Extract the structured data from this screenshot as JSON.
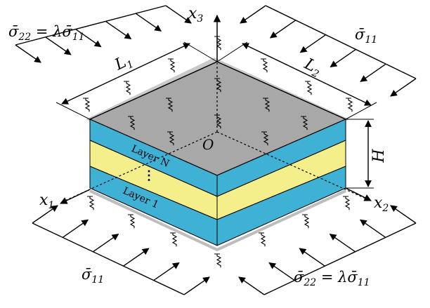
{
  "labels": {
    "x1": "x",
    "x1_sub": "1",
    "x2": "x",
    "x2_sub": "2",
    "x3": "x",
    "x3_sub": "3",
    "origin": "O",
    "L1": "L",
    "L1_sub": "1",
    "L2": "L",
    "L2_sub": "2",
    "H": "H",
    "layer_top": "Layer N",
    "layer_bottom": "Layer 1",
    "dots": "⋮"
  },
  "loads": {
    "top_left": {
      "lhs": "σ̄",
      "lhs_sub": "22",
      "eq": " = λσ̄",
      "rhs_sub": "11"
    },
    "top_right": {
      "sym": "σ̄",
      "sub": "11"
    },
    "bottom_left": {
      "sym": "σ̄",
      "sub": "11"
    },
    "bottom_right": {
      "lhs": "σ̄",
      "lhs_sub": "22",
      "eq": " = λσ̄",
      "rhs_sub": "11"
    }
  },
  "colors": {
    "top_face": "#a8a8a8",
    "top_shadow": "#c9c9c9",
    "layer_blue": "#3fb1d4",
    "layer_yellow": "#f4ef8a",
    "line": "#000000"
  }
}
